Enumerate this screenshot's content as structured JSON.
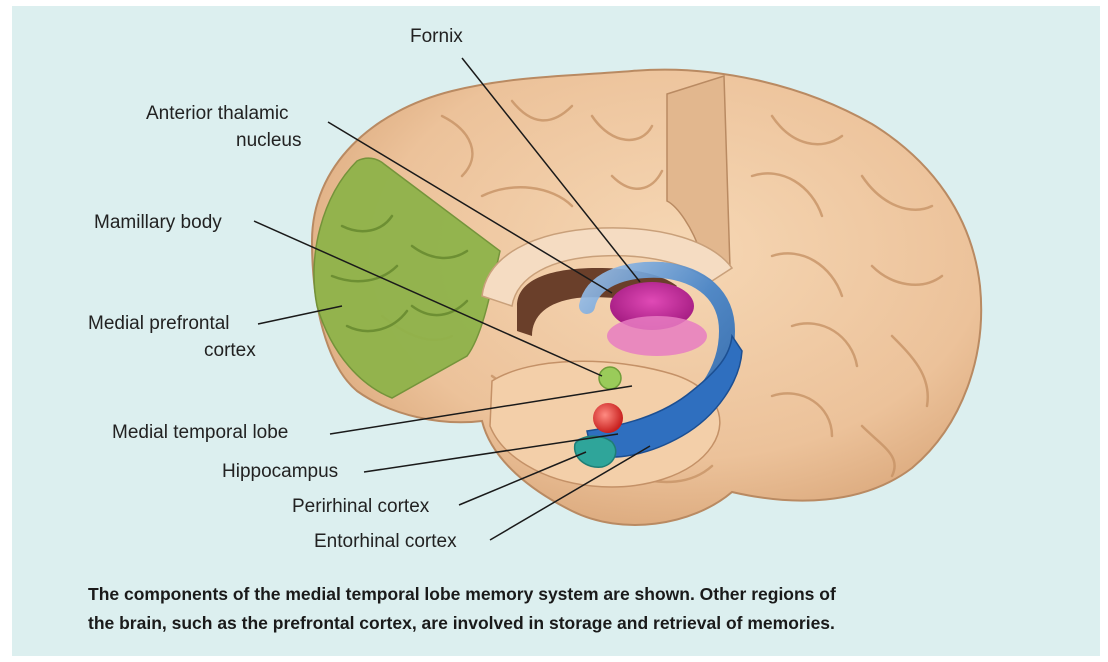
{
  "labels": {
    "fornix": "Fornix",
    "anterior_thalamic_line1": "Anterior thalamic",
    "anterior_thalamic_line2": "nucleus",
    "mamillary_body": "Mamillary body",
    "medial_prefrontal_line1": "Medial prefrontal",
    "medial_prefrontal_line2": "cortex",
    "medial_temporal_lobe": "Medial temporal lobe",
    "hippocampus": "Hippocampus",
    "perirhinal_cortex": "Perirhinal cortex",
    "entorhinal_cortex": "Entorhinal cortex"
  },
  "caption": {
    "line1": "The components of the medial temporal lobe memory system are shown. Other regions of",
    "line2": "the brain, such as the prefrontal cortex, are involved in storage and retrieval of memories."
  },
  "colors": {
    "background": "#dcefef",
    "cortex": "#f0c8a0",
    "prefrontal": "#8fb34a",
    "hippocampus": "#3f80c8",
    "thalamus": "#c42a9a",
    "mamillary_body": "#9acb5a",
    "amygdala": "#d8312e",
    "entorhinal": "#2fa59a"
  }
}
